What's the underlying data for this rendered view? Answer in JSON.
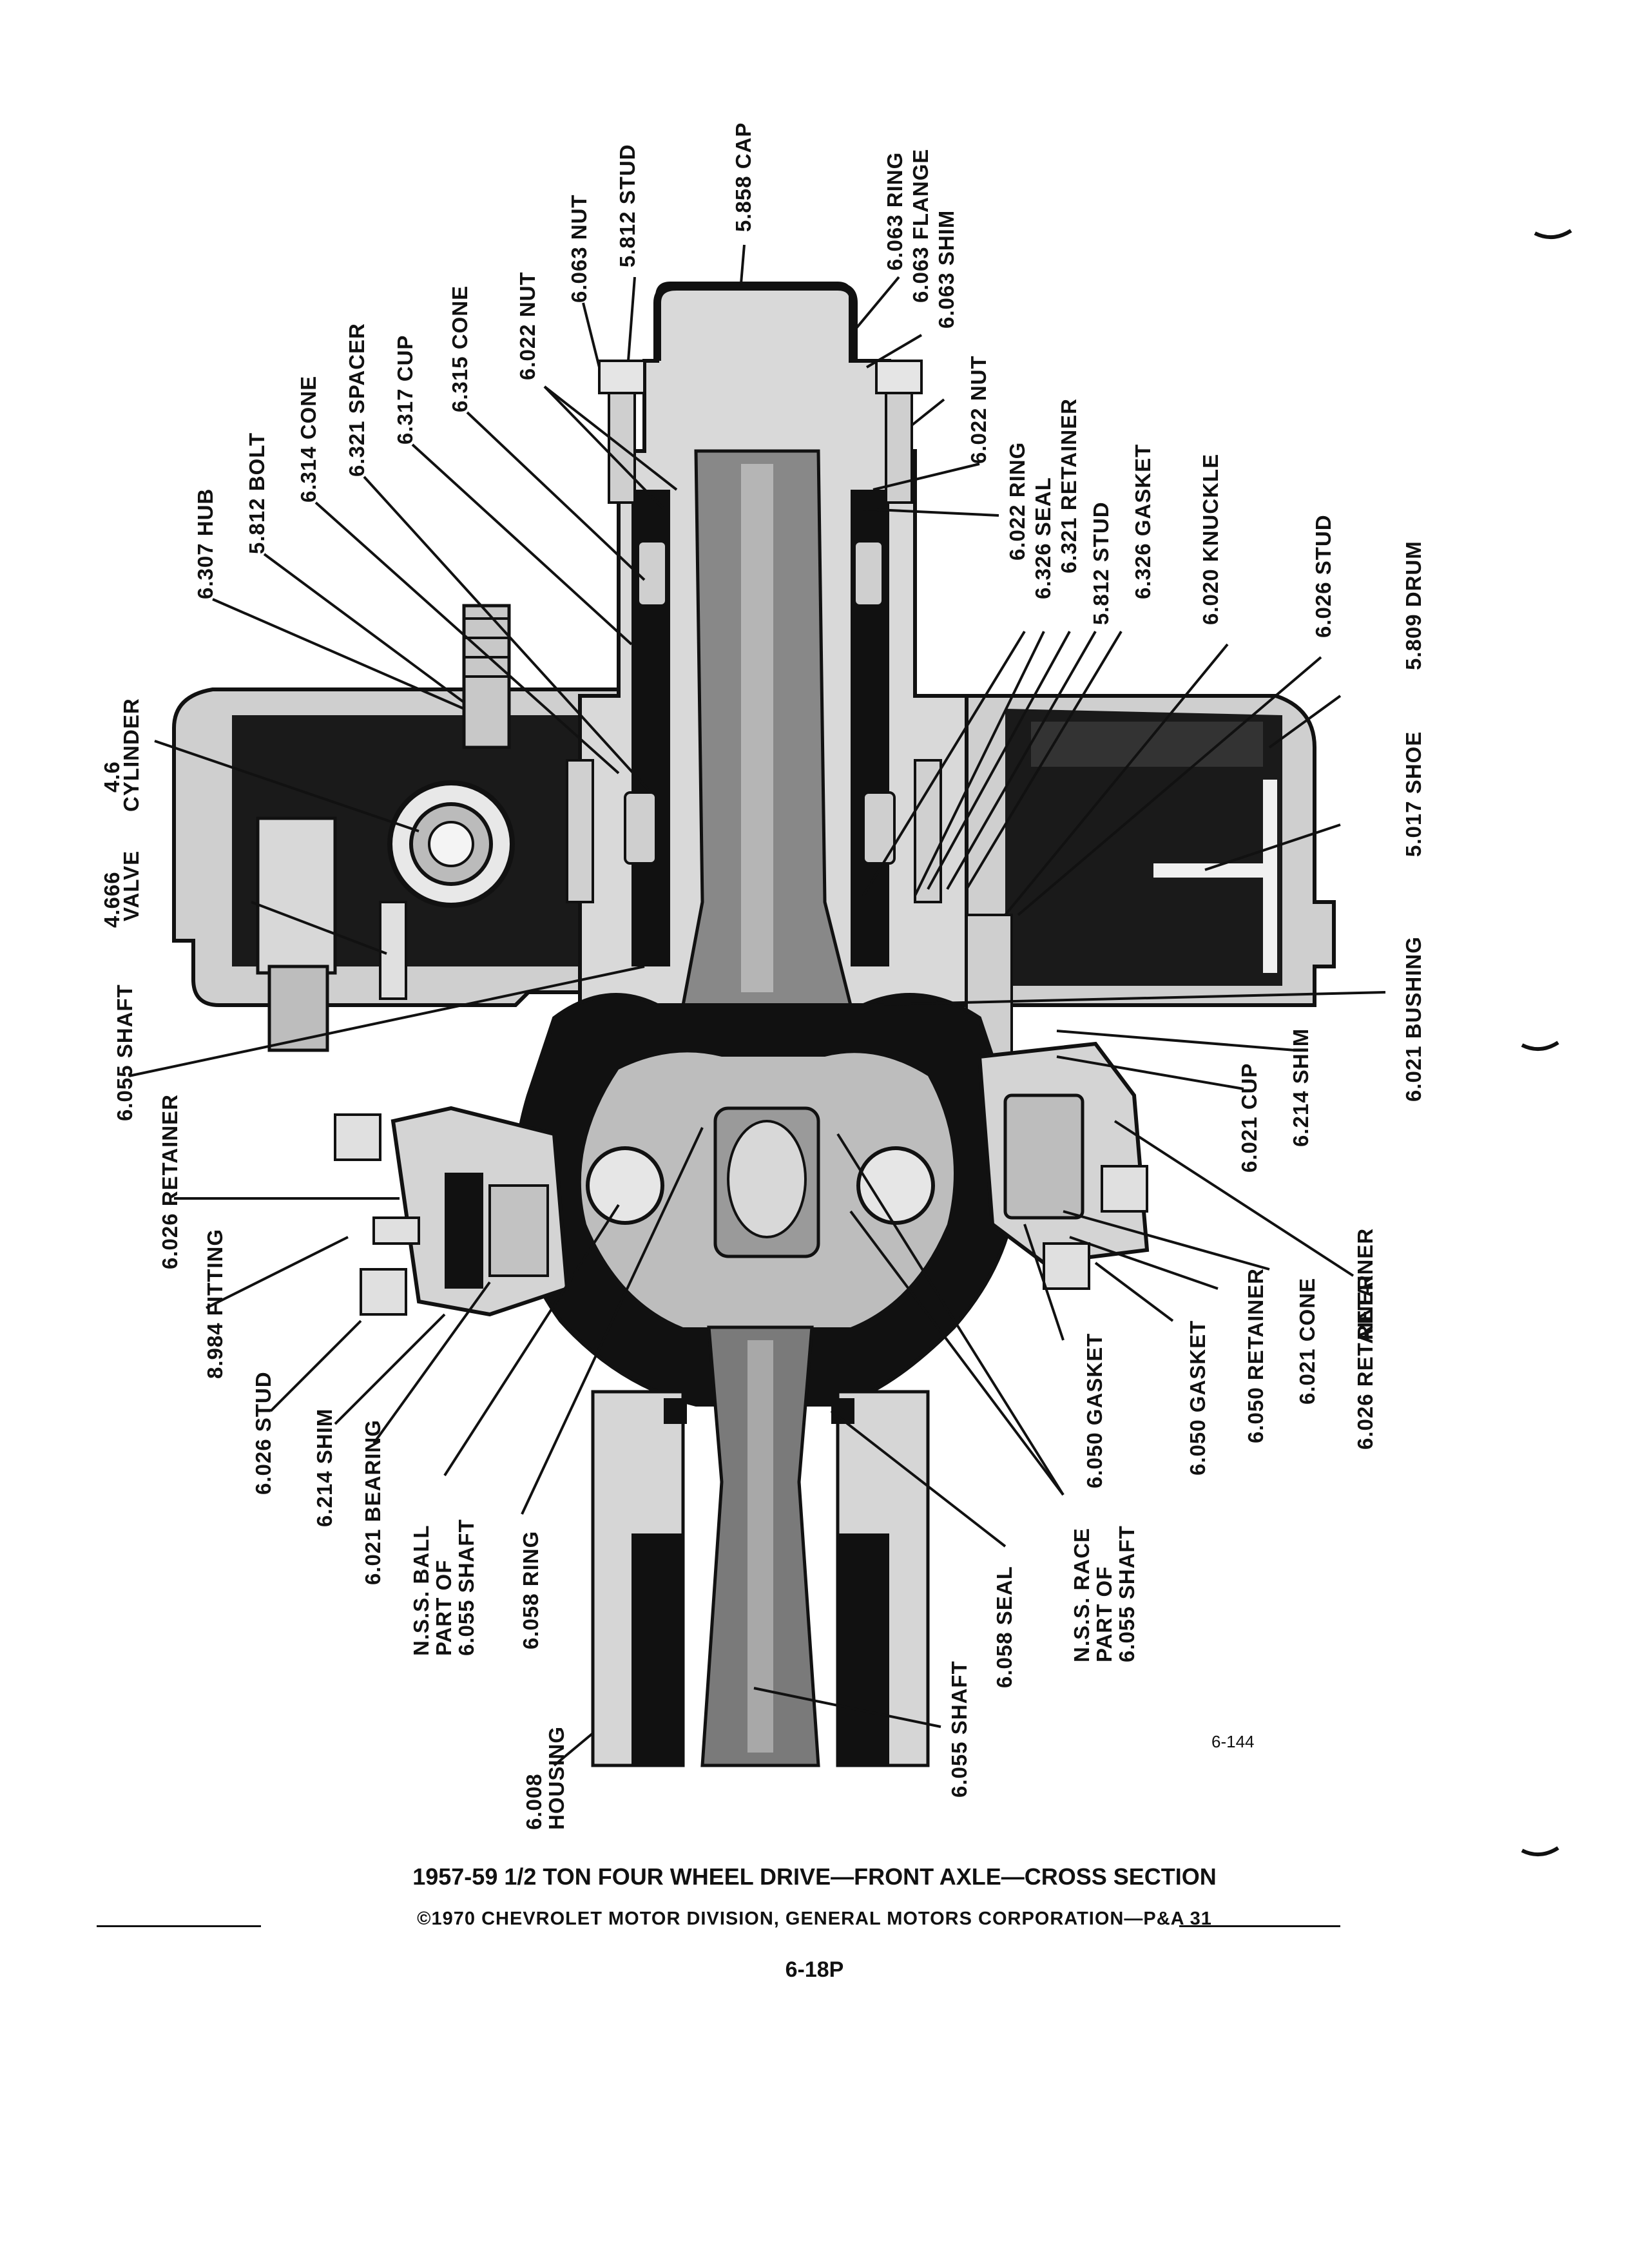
{
  "callouts": {
    "cap": "5.858 CAP",
    "stud_top": "5.812 STUD",
    "nut_top": "6.063 NUT",
    "nut_6022": "6.022 NUT",
    "cone_6315": "6.315 CONE",
    "cup_6317": "6.317 CUP",
    "spacer": "6.321 SPACER",
    "cone_6314": "6.314 CONE",
    "bolt": "5.812 BOLT",
    "hub": "6.307 HUB",
    "ring_6063": "6.063 RING",
    "flange": "6.063 FLANGE",
    "shim_6063": "6.063 SHIM",
    "nut_6022_right": "6.022 NUT",
    "ring_6022": "6.022 RING",
    "seal_6326": "6.326 SEAL",
    "retainer_6321": "6.321 RETAINER",
    "stud_5812": "5.812 STUD",
    "gasket_6326": "6.326 GASKET",
    "knuckle": "6.020 KNUCKLE",
    "stud_6026": "6.026 STUD",
    "drum": "5.809 DRUM",
    "shoe": "5.017 SHOE",
    "bushing": "6.021 BUSHING",
    "shim_6214": "6.214 SHIM",
    "cup_6021": "6.021 CUP",
    "retainer_right": "RETAINER",
    "retainer_6026": "6.026 RETAINER",
    "cone_6021": "6.021 CONE",
    "retainer_6050": "6.050 RETAINER",
    "gasket_6050a": "6.050 GASKET",
    "gasket_6050b": "6.050 GASKET",
    "cylinder_num": "4.6 ",
    "cylinder": "CYLINDER",
    "valve_num": "4.666",
    "valve": "VALVE",
    "shaft_upper": "6.055 SHAFT",
    "retainer_left": "6.026 RETAINER",
    "fitting": "8.984 FITTING",
    "stud_left": "6.026 STUD",
    "shim_left": "6.214 SHIM",
    "bearing": "6.021 BEARING",
    "nss_ball_1": "N.S.S. BALL",
    "nss_ball_2": "PART OF",
    "nss_ball_3": "6.055 SHAFT",
    "ring_6058": "6.058 RING",
    "seal_6058": "6.058 SEAL",
    "nss_race_1": "N.S.S. RACE",
    "nss_race_2": "PART OF",
    "nss_race_3": "6.055 SHAFT",
    "housing_num": "6.008",
    "housing": "HOUSING",
    "shaft_lower": "6.055 SHAFT"
  },
  "figure_number": "6-144",
  "caption": {
    "title": "1957-59 1/2 TON FOUR WHEEL DRIVE—FRONT AXLE—CROSS SECTION",
    "copyright": "©1970 CHEVROLET MOTOR DIVISION, GENERAL MOTORS CORPORATION—P&A 31",
    "page_number": "6-18P"
  }
}
